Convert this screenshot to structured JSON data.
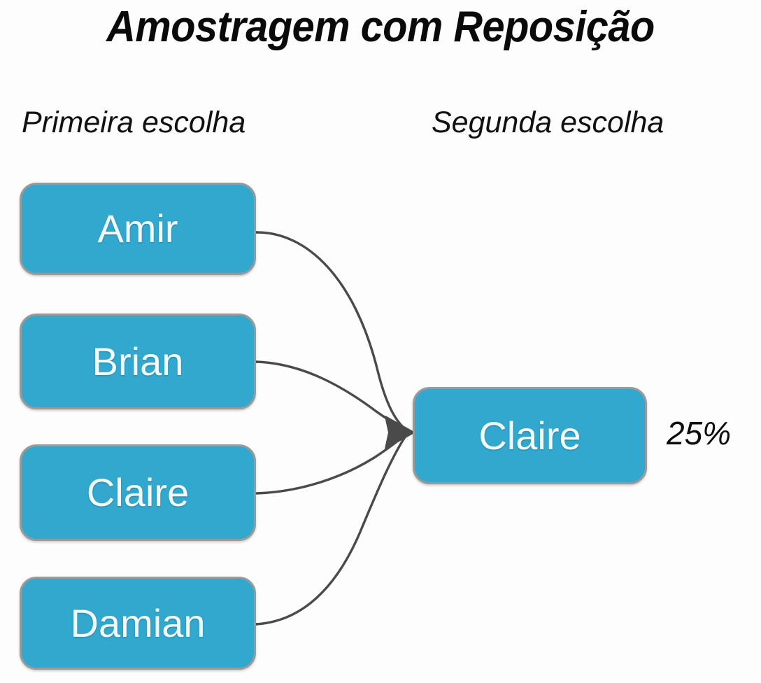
{
  "page": {
    "title": "Amostragem com Reposição",
    "background_color": "#fdfdfd"
  },
  "columns": {
    "first": "Primeira escolha",
    "second": "Segunda escolha"
  },
  "theme": {
    "node_fill": "#32a8cf",
    "node_border": "#9a9a9a",
    "node_text": "#f2fbfd",
    "connector_color": "#4a4a4a",
    "title_color": "#0a0a0a"
  },
  "first_choice_nodes": [
    {
      "id": "amir",
      "label": "Amir"
    },
    {
      "id": "brian",
      "label": "Brian"
    },
    {
      "id": "claire",
      "label": "Claire"
    },
    {
      "id": "damian",
      "label": "Damian"
    }
  ],
  "second_choice_nodes": [
    {
      "id": "claire2",
      "label": "Claire",
      "probability": "25%"
    }
  ],
  "annotations": {
    "probability": "25%"
  },
  "diagram_data": {
    "type": "tree",
    "description": "Sampling with replacement: all four first-choice outcomes lead to the same second-choice outcome Claire",
    "edges": [
      {
        "from": "Amir",
        "to": "Claire"
      },
      {
        "from": "Brian",
        "to": "Claire"
      },
      {
        "from": "Claire",
        "to": "Claire"
      },
      {
        "from": "Damian",
        "to": "Claire"
      }
    ],
    "arrowhead_target": "Claire",
    "probability_of_target": "25%"
  }
}
